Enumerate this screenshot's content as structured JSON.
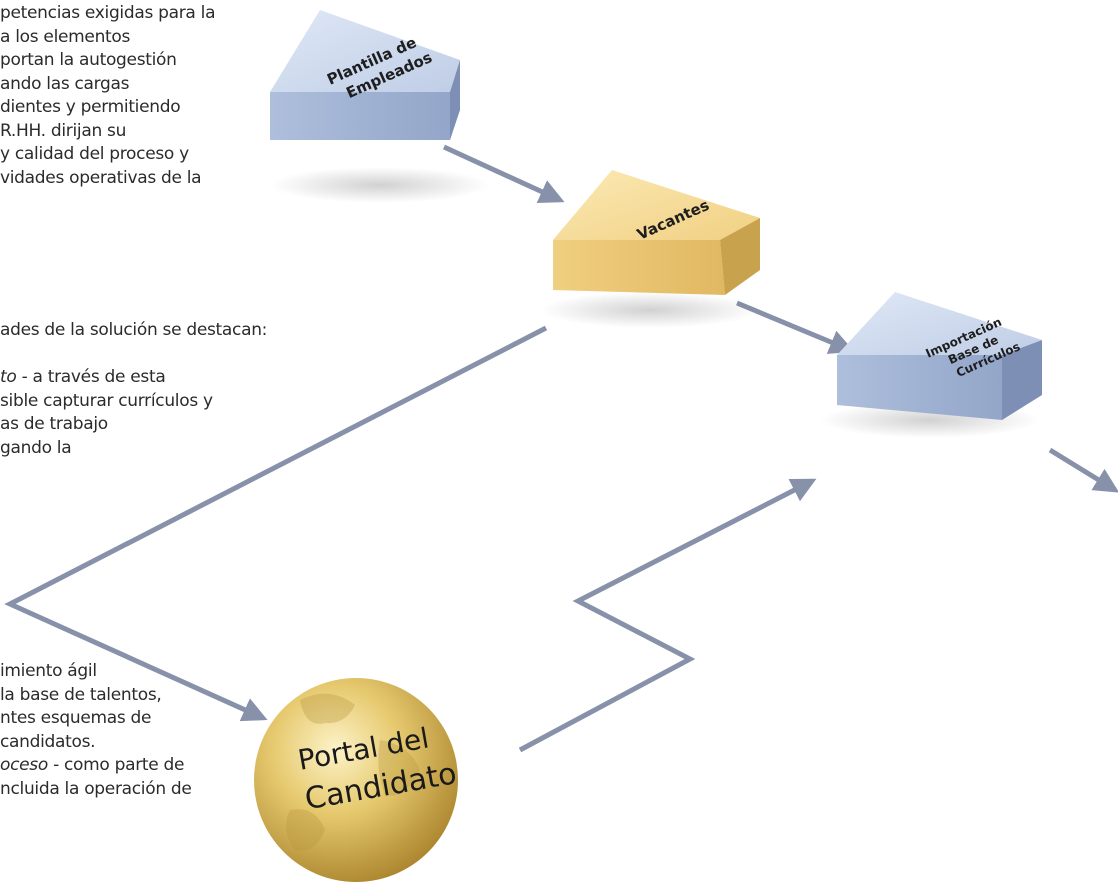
{
  "text_block": {
    "paragraph1": [
      "petencias exigidas para la",
      "a los elementos",
      "portan la autogestión",
      "ando las cargas",
      "dientes y permitiendo",
      "R.HH. dirijan su",
      "y calidad del proceso y",
      "vidades operativas de la"
    ],
    "paragraph2": "ades de la solución se destacan:",
    "paragraph3": {
      "italic_start": "to",
      "line1_rest": " - a través de esta",
      "lines": [
        "sible capturar currículos y",
        "as de trabajo",
        "gando la"
      ]
    },
    "paragraph4": {
      "lines": [
        "imiento ágil",
        "la base de talentos,",
        "ntes esquemas de",
        "candidatos."
      ],
      "italic_start": "oceso",
      "line5_rest": " - como parte de",
      "line6": "ncluida la operación de"
    }
  },
  "diagram": {
    "boxes": {
      "plantilla": [
        "Plantilla de",
        "Empleados"
      ],
      "vacantes": "Vacantes",
      "importacion": [
        "Importación",
        "Base de",
        "Currículos"
      ]
    },
    "globe": [
      "Portal del",
      "Candidato"
    ],
    "colors": {
      "blue_top": "#cfdcef",
      "blue_front": "#9fb2d3",
      "blue_side": "#7d8fb4",
      "yellow_top": "#f7df9c",
      "yellow_front": "#e9c370",
      "yellow_side": "#c9a24e",
      "arrow": "#8792aa",
      "globe": "#d9b95a"
    }
  }
}
